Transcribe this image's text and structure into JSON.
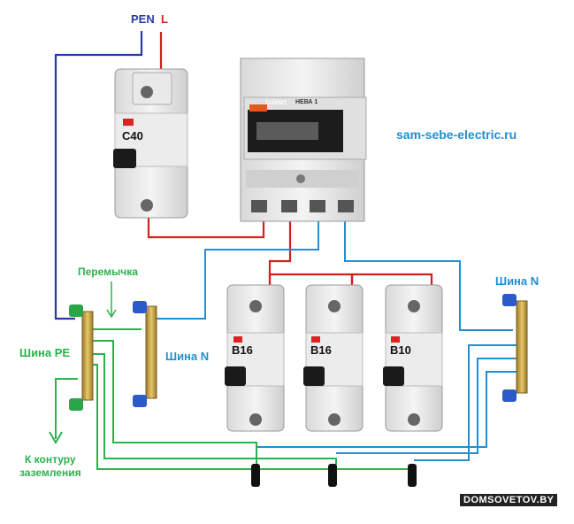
{
  "labels": {
    "pen": "PEN",
    "l": "L",
    "site": "sam-sebe-electric.ru",
    "jumper": "Перемычка",
    "pe_bus": "Шина PE",
    "n_bus_left": "Шина N",
    "n_bus_right": "Шина N",
    "ground_line1": "К контуру",
    "ground_line2": "заземления",
    "watermark": "DOMSOVETOV.BY"
  },
  "breakers": {
    "main": "C40",
    "b1": "B16",
    "b2": "B16",
    "b3": "B10"
  },
  "meter": {
    "model": "НЕВА 1",
    "brand": "ТАЙПИТ"
  },
  "colors": {
    "phase": "#d32020",
    "neutral": "#1f8fd1",
    "pen": "#2a3aa0",
    "protective": "#2bb24c",
    "bus_brass": "#c9a54a",
    "terminal_blue": "#2a5bc8",
    "terminal_green": "#2aa54a"
  }
}
